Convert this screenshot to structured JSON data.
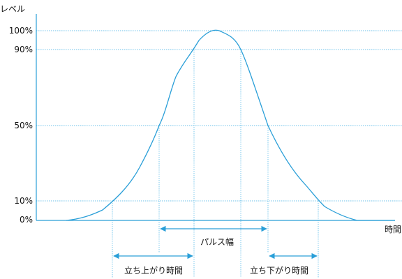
{
  "y_axis_label": "レベル",
  "x_axis_label": "時間",
  "level_ticks": [
    {
      "label": "100%",
      "value": 100
    },
    {
      "label": "90%",
      "value": 90
    },
    {
      "label": "50%",
      "value": 50
    },
    {
      "label": "10%",
      "value": 10
    },
    {
      "label": "0%",
      "value": 0
    }
  ],
  "annotations": {
    "pulse_width": "パルス幅",
    "rise_time": "立ち上がり時間",
    "fall_time": "立ち下がり時間"
  },
  "colors": {
    "accent": "#2a9fd8",
    "guide": "#6cc2ea",
    "text": "#111111"
  }
}
